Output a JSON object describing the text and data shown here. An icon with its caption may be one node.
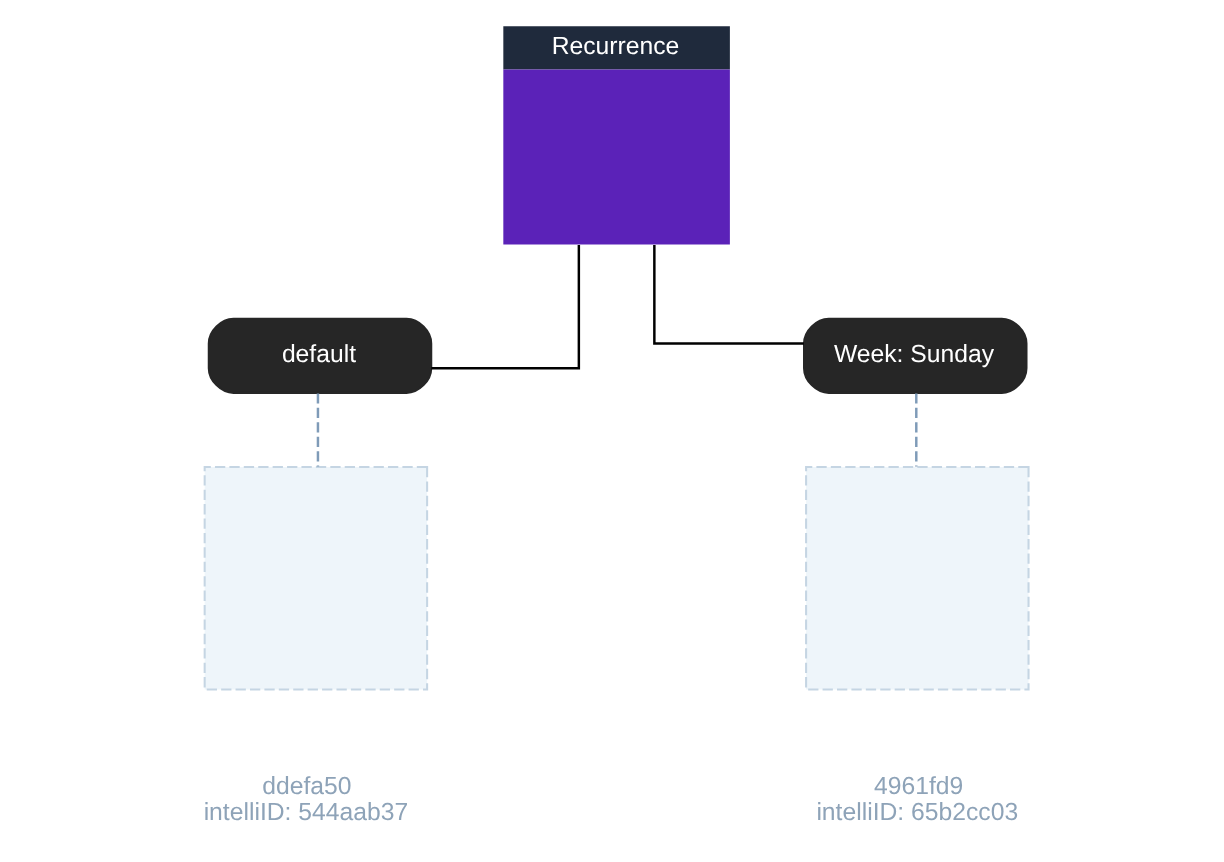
{
  "diagram": {
    "nodes": [
      {
        "text": [
          "Recurrence"
        ]
      },
      {
        "text": [
          "default"
        ]
      },
      {
        "text": [
          "Week: Sunday"
        ]
      },
      {
        "text": [],
        "shape": "box",
        "beside": [
          "ddefa50",
          "intelliID: 544aab37"
        ]
      },
      {
        "text": [],
        "shape": "box",
        "beside": [
          "4961fd9",
          "intelliID: 65b2cc03"
        ]
      }
    ],
    "edges": [
      {
        "from": 0,
        "to": 1,
        "arrow": "none"
      },
      {
        "from": 0,
        "to": 2,
        "arrow": "none"
      },
      {
        "from": 1,
        "to": 3,
        "arrow": "none",
        "style": "dashed",
        "color": "#7f9bb8"
      },
      {
        "from": 2,
        "to": 4,
        "arrow": "none",
        "style": "dashed",
        "color": "#7f9bb8"
      }
    ]
  }
}
